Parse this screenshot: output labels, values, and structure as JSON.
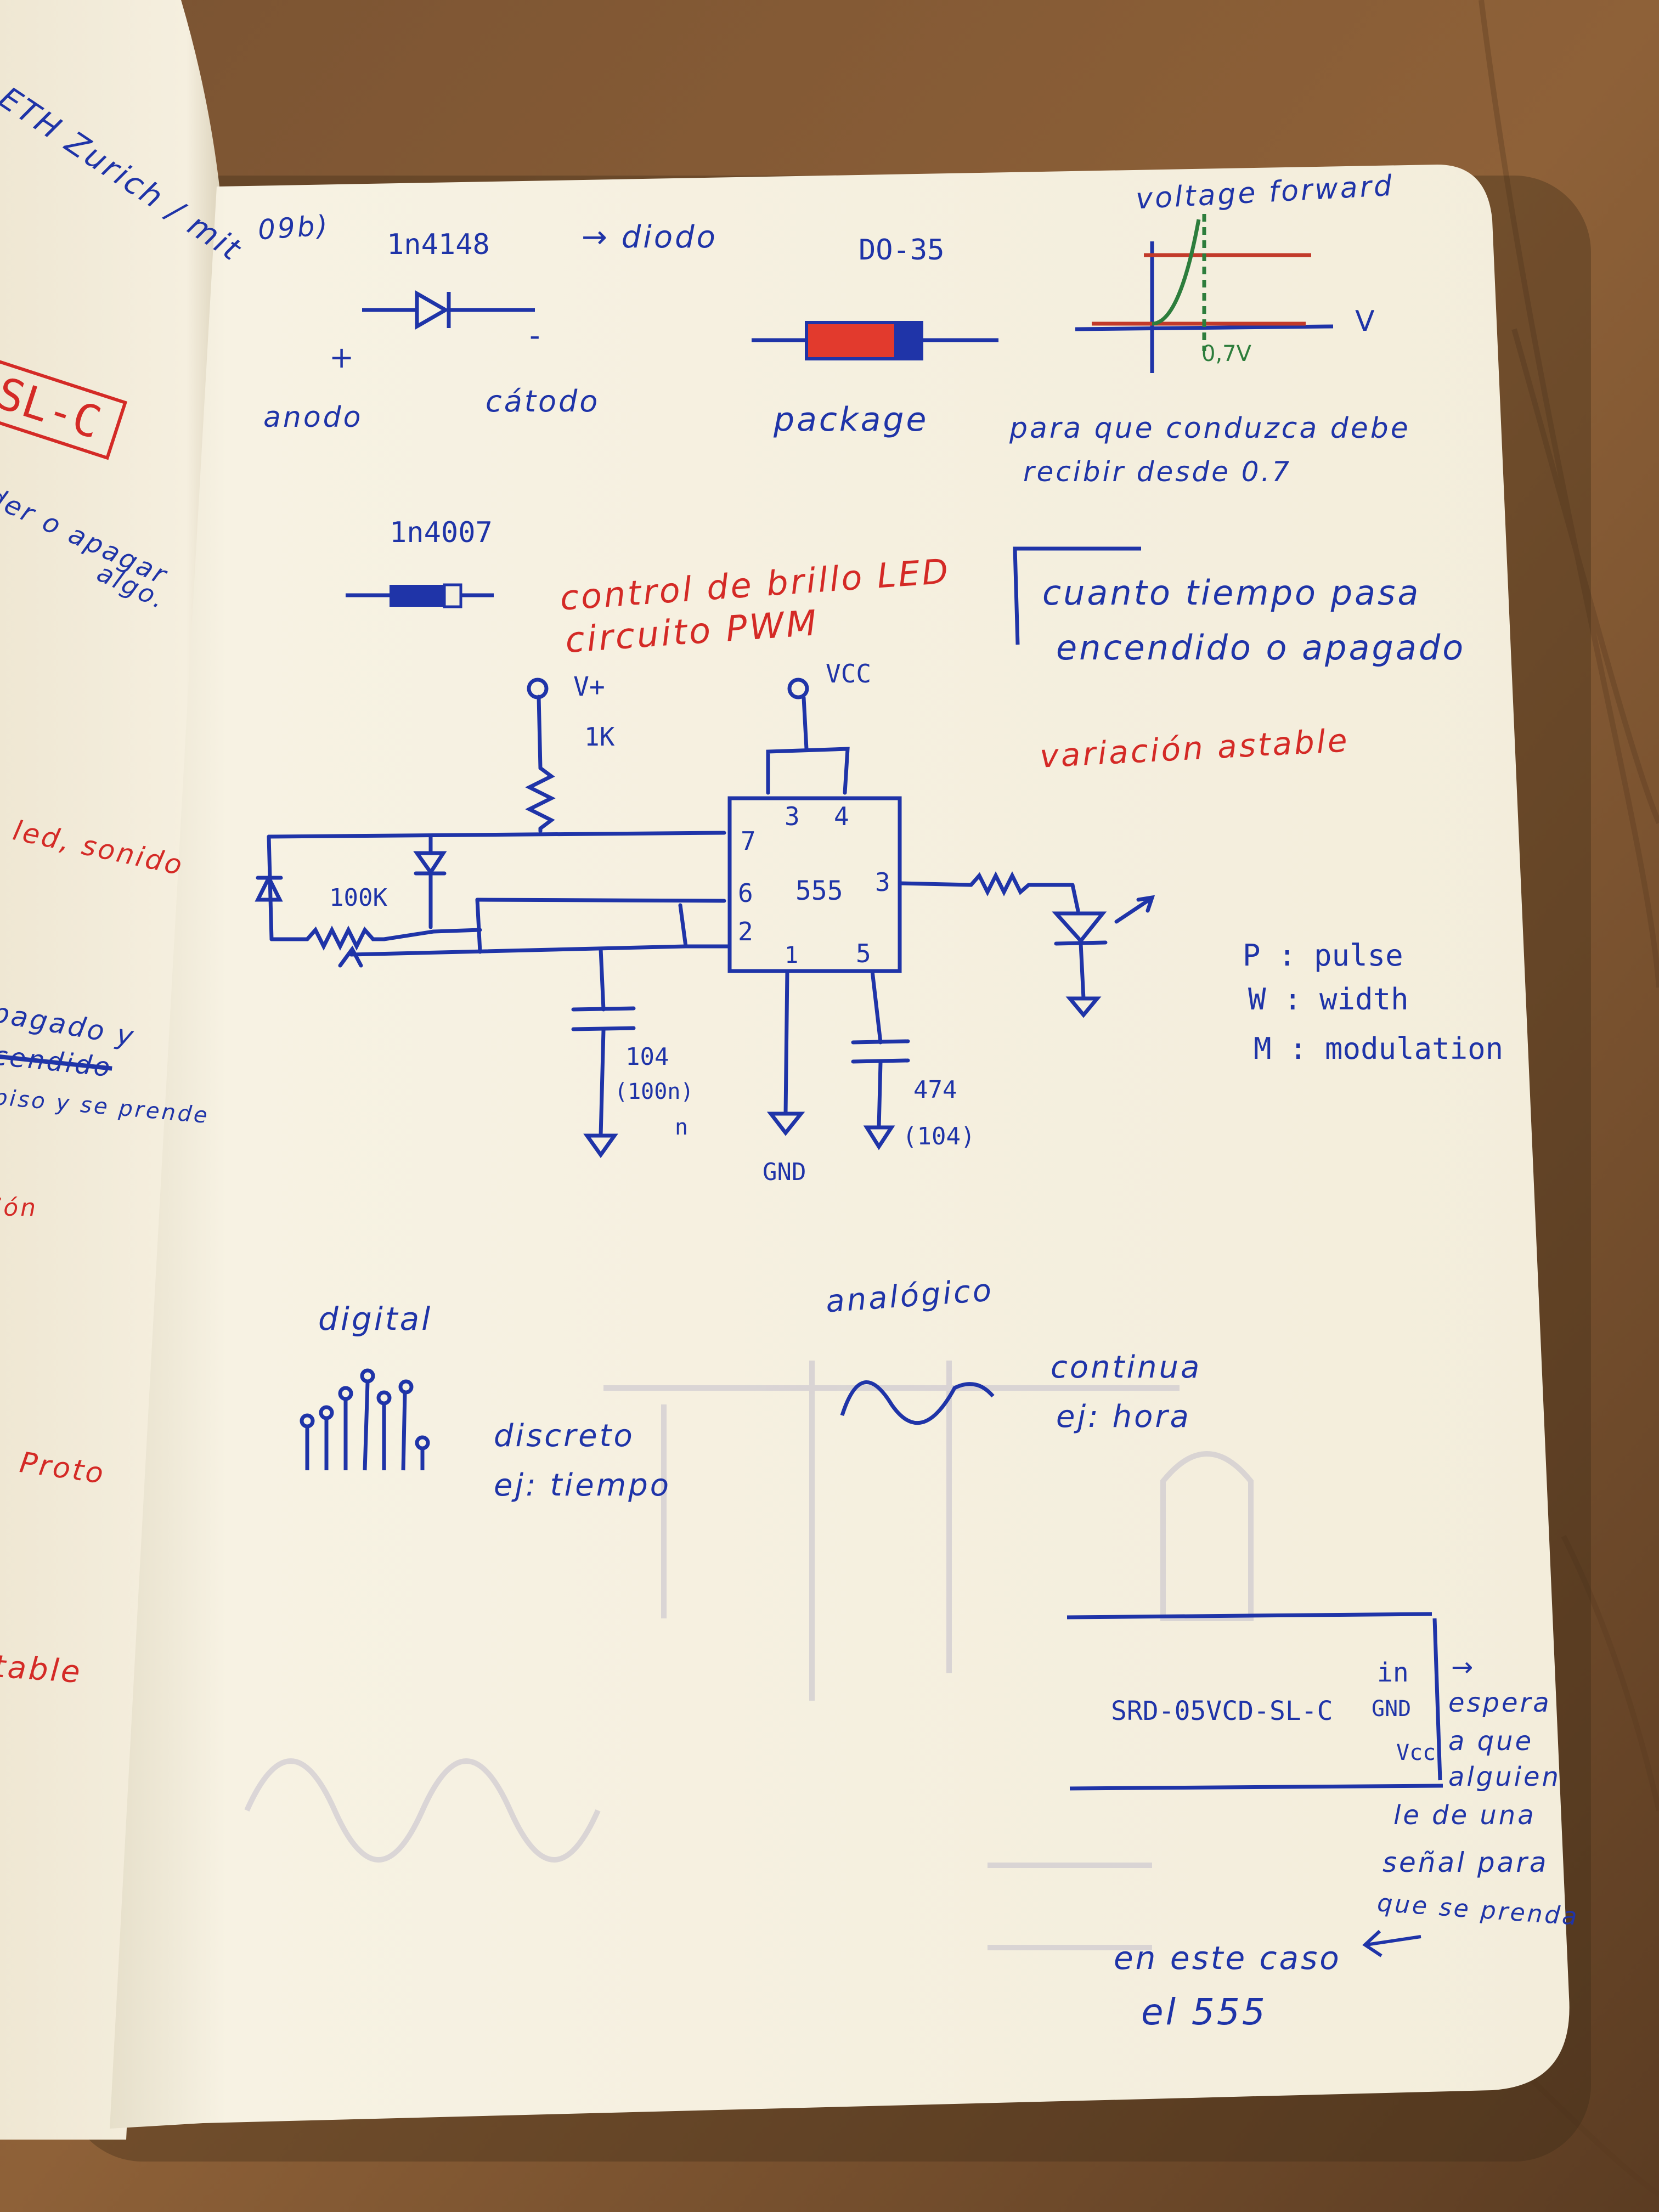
{
  "right_page": {
    "date_tag": "09b)",
    "diode_1n4148": "1n4148",
    "arrow_diodo": "→ diodo",
    "do35": "DO-35",
    "plus": "+",
    "minus": "-",
    "anodo": "anodo",
    "catodo": "cátodo",
    "package": "package",
    "voltage_forward": "voltage forward",
    "axis_v": "V",
    "v07": "0,7V",
    "conduct_line1": "para que conduzca debe",
    "conduct_line2": "recibir desde 0.7",
    "diode_1n4007": "1n4007",
    "pwm_line1": "control de brillo LED",
    "pwm_line2": "circuito PWM",
    "time_line1": "cuanto tiempo pasa",
    "time_line2": "encendido o apagado",
    "variacion": "variación astable",
    "vplus": "V+",
    "r1k": "1K",
    "vcc": "VCC",
    "pin7": "7",
    "pin3top": "3",
    "pin4": "4",
    "pin6": "6",
    "chip555": "555",
    "pin3": "3",
    "pin2": "2",
    "pin1": "1",
    "pin5": "5",
    "r100k": "100K",
    "cap104": "104",
    "cap100n": "(100n)",
    "capn": "n",
    "cap474": "474",
    "cap104b": "(104)",
    "gnd": "GND",
    "p_pulse": "P : pulse",
    "w_width": "W : width",
    "m_mod": "M : modulation",
    "digital": "digital",
    "analogico": "analógico",
    "discreto": "discreto",
    "tiempo": "ej: tiempo",
    "continua": "continua",
    "hora": "ej: hora",
    "relay_in": "in",
    "relay_label": "SRD-05VCD-SL-C",
    "relay_gnd": "GND",
    "relay_vcc": "Vcc",
    "relay_arrow": "→",
    "espera1": "espera",
    "espera2": "a que",
    "espera3": "alguien",
    "espera4": "le de una",
    "espera5": "señal para",
    "espera6": "que se prenda",
    "este1": "en este caso",
    "este2": "el 555"
  },
  "left_page": {
    "title": "ETH Zurich / mit",
    "box": "SL-C",
    "l1": "der o apagar",
    "l2": "algo.",
    "l3": ": led, sonido",
    "l4": "pagado y",
    "l5": "cendido",
    "l6": "piso y se prende",
    "l7": "ión",
    "l8": "Proto",
    "l9": "table"
  },
  "colors": {
    "ink_blue": "#1f34a8",
    "ink_red": "#d42a26",
    "paper": "#f6f1e1",
    "table": "#6e4a2c"
  }
}
